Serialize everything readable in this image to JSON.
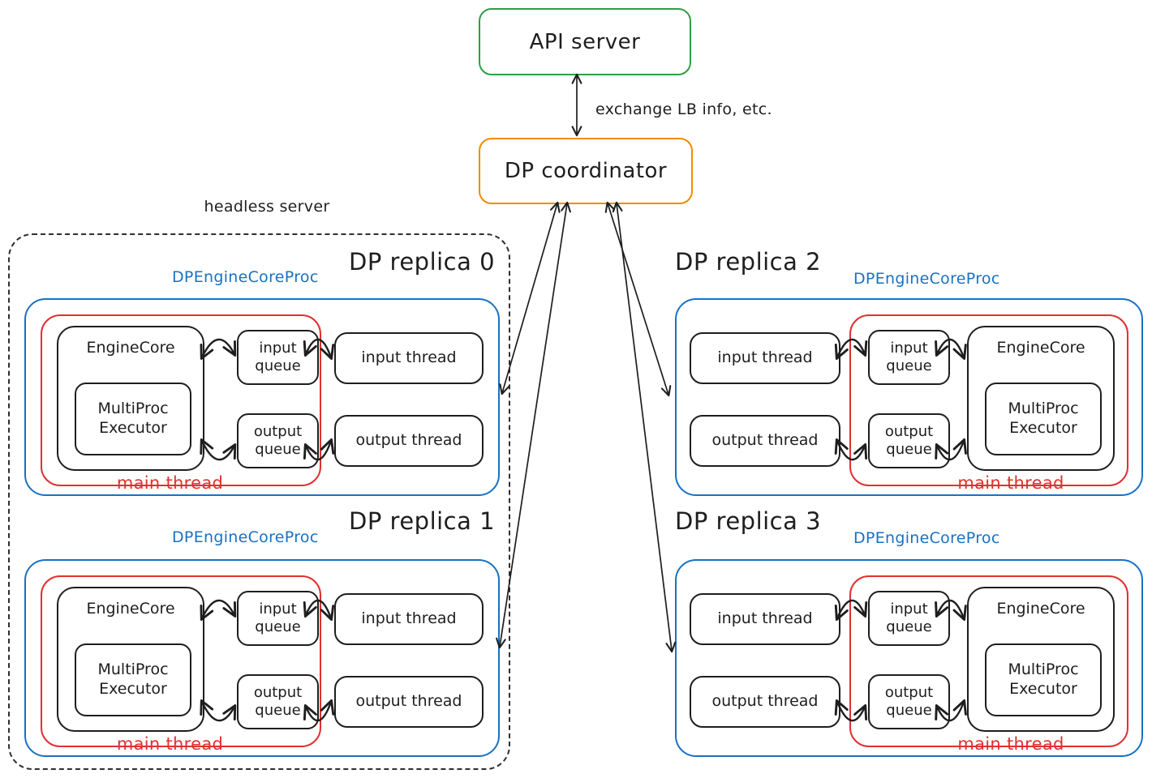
{
  "colors": {
    "api_server_border": "#2f9e44",
    "coordinator_border": "#f08c00",
    "proc_box_border": "#1971c2",
    "main_thread_border": "#e03131",
    "ink": "#1e1e1e"
  },
  "top": {
    "api_server_label": "API server",
    "coordinator_label": "DP coordinator",
    "exchange_label": "exchange LB info, etc."
  },
  "headless_server": {
    "label": "headless server"
  },
  "shared": {
    "proc_label": "DPEngineCoreProc",
    "engine_core": "EngineCore",
    "multiproc_executor": "MultiProc Executor",
    "input_queue": "input queue",
    "output_queue": "output queue",
    "input_thread": "input thread",
    "output_thread": "output thread",
    "main_thread": "main thread"
  },
  "replicas": [
    {
      "title": "DP replica 0"
    },
    {
      "title": "DP replica 1"
    },
    {
      "title": "DP replica 2"
    },
    {
      "title": "DP replica 3"
    }
  ]
}
